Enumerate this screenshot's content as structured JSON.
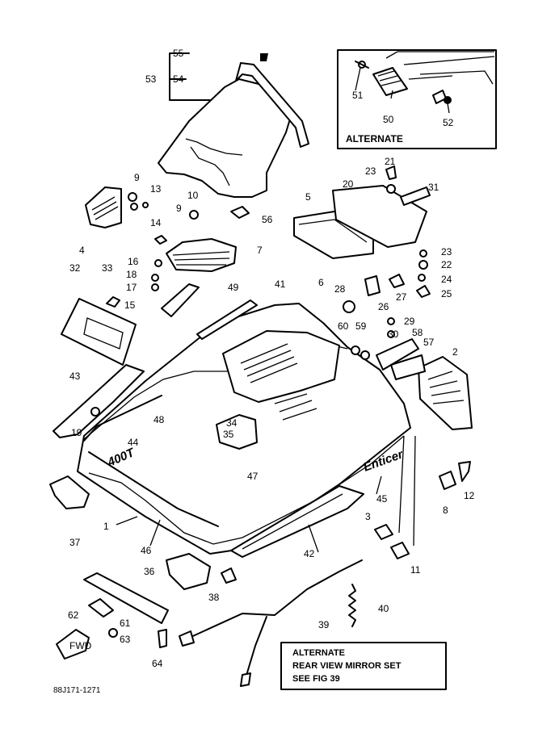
{
  "callouts": {
    "c1": "1",
    "c2": "2",
    "c3": "3",
    "c4": "4",
    "c5": "5",
    "c6": "6",
    "c7": "7",
    "c8": "8",
    "c9a": "9",
    "c9b": "9",
    "c10": "10",
    "c11": "11",
    "c12": "12",
    "c13": "13",
    "c14": "14",
    "c15": "15",
    "c16": "16",
    "c17": "17",
    "c18": "18",
    "c19": "19",
    "c20": "20",
    "c21": "21",
    "c22": "22",
    "c23a": "23",
    "c23b": "23",
    "c24": "24",
    "c25": "25",
    "c26": "26",
    "c27": "27",
    "c28": "28",
    "c29": "29",
    "c30": "30",
    "c31": "31",
    "c32": "32",
    "c33": "33",
    "c34": "34",
    "c35": "35",
    "c36": "36",
    "c37": "37",
    "c38": "38",
    "c39": "39",
    "c40": "40",
    "c41": "41",
    "c42": "42",
    "c43": "43",
    "c44": "44",
    "c45": "45",
    "c46": "46",
    "c47": "47",
    "c48": "48",
    "c49": "49",
    "c50": "50",
    "c51": "51",
    "c52": "52",
    "c53": "53",
    "c54": "54",
    "c55": "55",
    "c56": "56",
    "c57": "57",
    "c58": "58",
    "c59": "59",
    "c60": "60",
    "c61": "61",
    "c62": "62",
    "c63": "63",
    "c64": "64"
  },
  "alternate_box": {
    "title": "ALTERNATE"
  },
  "mirror_note": {
    "line1": "ALTERNATE",
    "line2": "REAR VIEW MIRROR SET",
    "line3": "SEE FIG 39"
  },
  "hood_logo": "Enticer",
  "hood_badge": "400T",
  "fwd_label": "FWD",
  "figure_code": "88J171-1271"
}
